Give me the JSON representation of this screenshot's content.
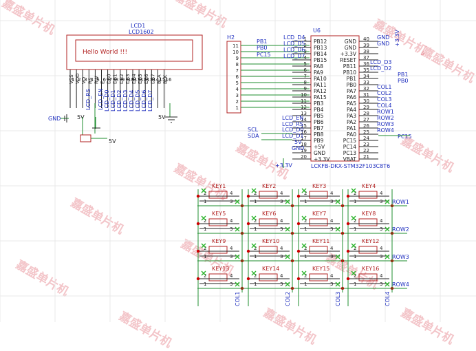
{
  "lcd": {
    "ref": "LCD1",
    "part": "LCD1602",
    "display_text": "Hello World !!!",
    "pins": [
      "VSS",
      "VDD",
      "VO",
      "RS",
      "RW",
      "E",
      "DB0",
      "DB1",
      "DB2",
      "DB3",
      "DB4",
      "DB5",
      "DB6",
      "DB7",
      "BLA",
      "BLK"
    ],
    "pin_numbers": [
      "1",
      "2",
      "3",
      "4",
      "5",
      "6",
      "7",
      "8",
      "9",
      "10",
      "11",
      "12",
      "13",
      "14",
      "15",
      "16"
    ],
    "nets": [
      "LCD_RS",
      "LCD_EN",
      "LCD_D0",
      "LCD_D1",
      "LCD_D2",
      "LCD_D3",
      "LCD_D4",
      "LCD_D5",
      "LCD_D6",
      "LCD_D7"
    ],
    "power_labels": [
      "GND",
      "5V",
      "5V"
    ]
  },
  "pot_label": "5V",
  "header": {
    "ref": "H2",
    "pin_numbers": [
      "11",
      "10",
      "9",
      "8",
      "7",
      "6",
      "5",
      "4",
      "3",
      "2",
      "1"
    ],
    "nets": [
      "PB1",
      "PB0",
      "PC15"
    ]
  },
  "mcu": {
    "ref": "U6",
    "part": "LCKFB-DKX-STM32F103C8T6",
    "left_pins": [
      "PB12",
      "PB13",
      "PB14",
      "PB15",
      "PA8",
      "PA9",
      "PA10",
      "PA11",
      "PA12",
      "PA15",
      "PB3",
      "PB4",
      "PB5",
      "PB6",
      "PB7",
      "PB8",
      "PB9",
      "+5V",
      "GND",
      "+3.3V"
    ],
    "left_numbers": [
      "1",
      "2",
      "3",
      "4",
      "5",
      "6",
      "7",
      "8",
      "9",
      "10",
      "11",
      "12",
      "13",
      "14",
      "15",
      "16",
      "17",
      "18",
      "19",
      "20"
    ],
    "right_pins": [
      "GND",
      "GND",
      "+3.3V",
      "RESET",
      "PB11",
      "PB10",
      "PB1",
      "PB0",
      "PA7",
      "PA6",
      "PA5",
      "PA4",
      "PA3",
      "PA2",
      "PA1",
      "PA0",
      "PC15",
      "PC14",
      "PC13",
      "VBAT"
    ],
    "right_numbers": [
      "40",
      "39",
      "38",
      "37",
      "36",
      "35",
      "34",
      "33",
      "32",
      "31",
      "30",
      "29",
      "28",
      "27",
      "26",
      "25",
      "24",
      "23",
      "22",
      "21"
    ],
    "left_nets": [
      "LCD_D4",
      "LCD_D5",
      "LCD_D6",
      "LCD_D7",
      "LCD_EN",
      "LCD_RS",
      "LCD_D0",
      "LCD_D1",
      "5V",
      "GND"
    ],
    "right_nets": [
      "GND",
      "GND",
      "+3.3V",
      "LCD_D3",
      "LCD_D2",
      "PB1",
      "PB0",
      "COL1",
      "COL2",
      "COL3",
      "COL4",
      "ROW1",
      "ROW2",
      "ROW3",
      "ROW4",
      "PC15"
    ],
    "i2c_nets": [
      "SCL",
      "SDA"
    ],
    "supply_label": "+3.3V"
  },
  "keypad": {
    "keys": [
      "KEY1",
      "KEY2",
      "KEY3",
      "KEY4",
      "KEY5",
      "KEY6",
      "KEY7",
      "KEY8",
      "KEY9",
      "KEY10",
      "KEY11",
      "KEY12",
      "KEY13",
      "KEY14",
      "KEY15",
      "KEY16"
    ],
    "pin_labels": [
      "2",
      "4",
      "1",
      "3"
    ],
    "rows": [
      "ROW1",
      "ROW2",
      "ROW3",
      "ROW4"
    ],
    "cols": [
      "COL1",
      "COL2",
      "COL3",
      "COL4"
    ]
  },
  "watermark": "嘉盛单片机",
  "colors": {
    "wire": "#1e8c2e",
    "part": "#b22222",
    "net": "#1f2fbf",
    "pin": "#222222",
    "junction": "#cc0000",
    "noconnect": "#2fb52f",
    "grid": "#e9e9e9"
  }
}
